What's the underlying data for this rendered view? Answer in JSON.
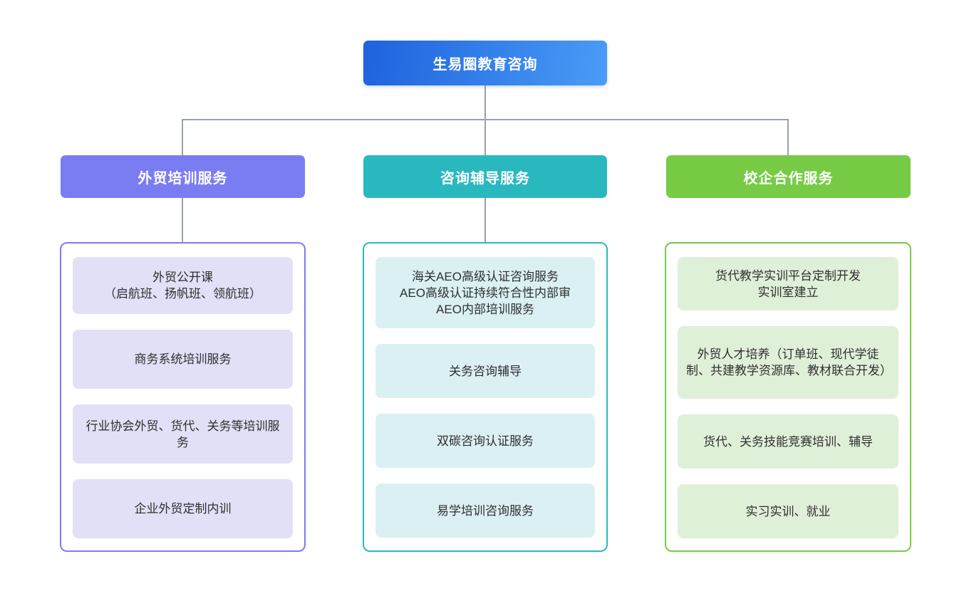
{
  "diagram": {
    "root": {
      "label": "生易圈教育咨询",
      "gradient_start": "#1e62dd",
      "gradient_end": "#4a9cf7"
    },
    "connector_color": "#99a1ad",
    "branches": [
      {
        "id": "foreign-trade-training",
        "label": "外贸培训服务",
        "color": "#7a7df2",
        "item_bg": "#e2e0f6",
        "items": [
          "外贸公开课\n（启航班、扬帆班、领航班）",
          "商务系统培训服务",
          "行业协会外贸、货代、关务等培训服务",
          "企业外贸定制内训"
        ]
      },
      {
        "id": "consulting-coaching",
        "label": "咨询辅导服务",
        "color": "#2ab8bf",
        "item_bg": "#dbf0f3",
        "items": [
          "海关AEO高级认证咨询服务\nAEO高级认证持续符合性内部审\nAEO内部培训服务",
          "关务咨询辅导",
          "双碳咨询认证服务",
          "易学培训咨询服务"
        ]
      },
      {
        "id": "school-enterprise-cooperation",
        "label": "校企合作服务",
        "color": "#77cb45",
        "item_bg": "#dff0d8",
        "items": [
          "货代教学实训平台定制开发\n实训室建立",
          "外贸人才培养（订单班、现代学徒制、共建教学资源库、教材联合开发）",
          "货代、关务技能竞赛培训、辅导",
          "实习实训、就业"
        ]
      }
    ]
  }
}
